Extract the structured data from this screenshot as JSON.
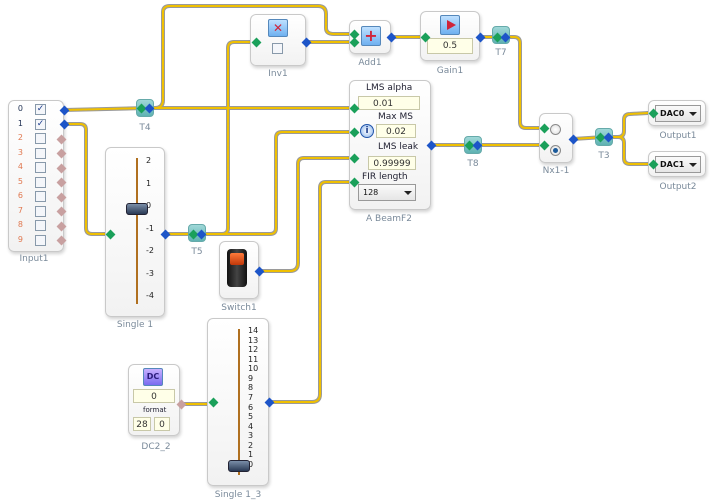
{
  "colors": {
    "wire": "#f0c000",
    "wire_outline": "#9a9a9a",
    "port_in": "#1aa05a",
    "port_out": "#1d55c8",
    "enabled_index": "#223355",
    "disabled_index": "#e07850"
  },
  "blocks": {
    "input1": {
      "caption": "Input1",
      "channels": [
        {
          "index": "0",
          "checked": true
        },
        {
          "index": "1",
          "checked": true
        },
        {
          "index": "2",
          "checked": false
        },
        {
          "index": "3",
          "checked": false
        },
        {
          "index": "4",
          "checked": false
        },
        {
          "index": "5",
          "checked": false
        },
        {
          "index": "6",
          "checked": false
        },
        {
          "index": "7",
          "checked": false
        },
        {
          "index": "8",
          "checked": false
        },
        {
          "index": "9",
          "checked": false
        }
      ]
    },
    "t4": {
      "caption": "T4"
    },
    "t5": {
      "caption": "T5"
    },
    "t7": {
      "caption": "T7"
    },
    "t8": {
      "caption": "T8"
    },
    "t3": {
      "caption": "T3"
    },
    "inv1": {
      "caption": "Inv1",
      "icon": "invert-icon"
    },
    "add1": {
      "caption": "Add1",
      "icon": "add-icon"
    },
    "gain1": {
      "caption": "Gain1",
      "icon": "gain-icon",
      "value": "0.5"
    },
    "beamf2": {
      "caption": "A BeamF2",
      "icon": "info-icon",
      "lms_alpha_label": "LMS alpha",
      "lms_alpha_value": "0.01",
      "max_ms_label": "Max MS",
      "max_ms_value": "0.02",
      "lms_leak_label": "LMS leak",
      "lms_leak_value": "0.99999",
      "fir_length_label": "FIR length",
      "fir_length_value": "128"
    },
    "nx1": {
      "caption": "Nx1-1",
      "selected": 1
    },
    "output1": {
      "caption": "Output1",
      "device": "DAC0"
    },
    "output2": {
      "caption": "Output2",
      "device": "DAC1"
    },
    "single1": {
      "caption": "Single 1",
      "ticks": [
        "2",
        "1",
        "0",
        "-1",
        "-2",
        "-3",
        "-4"
      ],
      "value": 0
    },
    "switch1": {
      "caption": "Switch1",
      "state": "on"
    },
    "single1_3": {
      "caption": "Single 1_3",
      "ticks": [
        "14",
        "13",
        "12",
        "11",
        "10",
        "9",
        "8",
        "7",
        "6",
        "5",
        "4",
        "3",
        "2",
        "1",
        "0"
      ],
      "value": 0
    },
    "dc2_2": {
      "caption": "DC2_2",
      "icon": "dc-icon",
      "value": "0",
      "format_label": "format",
      "format_a": "28",
      "format_b": "0"
    }
  }
}
